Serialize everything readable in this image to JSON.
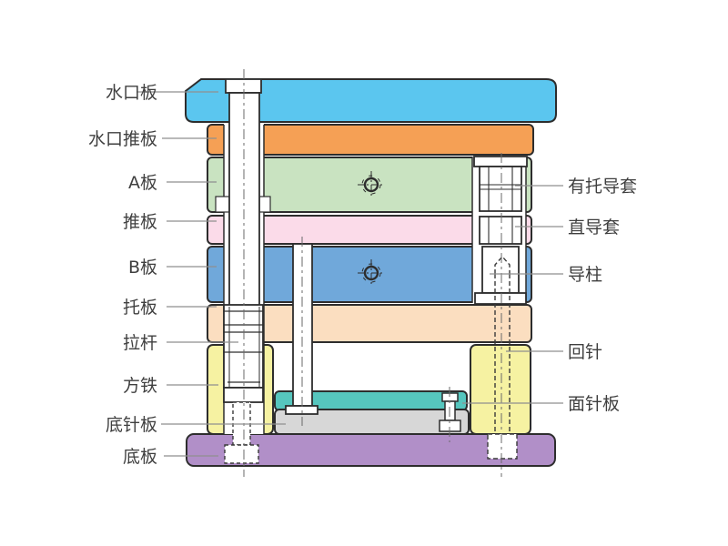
{
  "diagram": {
    "type": "injection-mold-cross-section",
    "labels_left": [
      "水口板",
      "水口推板",
      "A板",
      "推板",
      "B板",
      "托板",
      "拉杆",
      "方铁",
      "底针板",
      "底板"
    ],
    "labels_right": [
      "有托导套",
      "直导套",
      "导柱",
      "回针",
      "面针板"
    ]
  },
  "colors": {
    "runner_plate": "#5bc6ef",
    "runner_stripper_plate": "#f5a055",
    "a_plate": "#c9e3c1",
    "stripper_plate": "#fbdbe9",
    "b_plate": "#70a8da",
    "support_plate": "#fbdec0",
    "spacer_block": "#f6f2a2",
    "ejector_retainer_plate": "#56c6be",
    "ejector_base_plate": "#d7d7d7",
    "bottom_plate": "#b18fc8",
    "outline": "#2d2d2d",
    "label_text": "#3f3f3f",
    "leader_line": "#8f8f8f"
  }
}
